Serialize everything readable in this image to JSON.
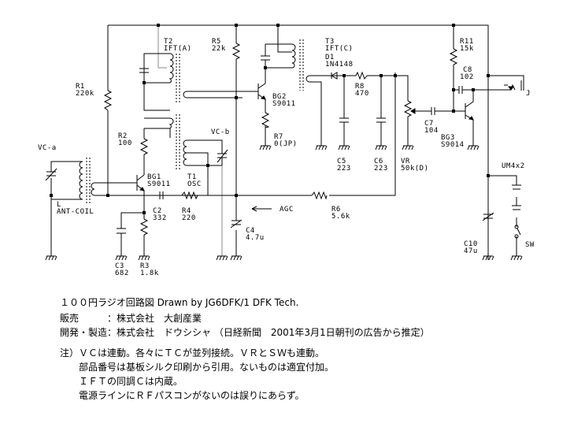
{
  "title": "１００円ラジオ回路図 Drawn by JG6DFK/1 DFK Tech.",
  "credits": [
    "販売　　　：株式会社　大創産業",
    "開発・製造：株式会社　ドウシシャ （日経新聞　2001年3月1日朝刊の広告から推定）"
  ],
  "notes": [
    "注）ＶＣは連動。各々にＴＣが並列接続。ＶＲとＳＷも連動。",
    "　　部品番号は基板シルク印刷から引用。ないものは適宜付加。",
    "　　ＩＦＴの同調Ｃは内蔵。",
    "　　電源ラインにＲＦパスコンがないのは誤りにあらず。"
  ],
  "components": {
    "vca": {
      "ref": "VC-a"
    },
    "ant": {
      "ref": "L",
      "value": "ANT-COIL"
    },
    "r1": {
      "ref": "R1",
      "value": "220k"
    },
    "r2": {
      "ref": "R2",
      "value": "100"
    },
    "bg1": {
      "ref": "BG1",
      "value": "S9011"
    },
    "c2": {
      "ref": "C2",
      "value": "332"
    },
    "c3": {
      "ref": "C3",
      "value": "682"
    },
    "r3": {
      "ref": "R3",
      "value": "1.8k"
    },
    "r4": {
      "ref": "R4",
      "value": "220"
    },
    "t1": {
      "ref": "T1",
      "value": "OSC"
    },
    "vcb": {
      "ref": "VC-b"
    },
    "t2": {
      "ref": "T2",
      "value": "IFT(A)"
    },
    "r5": {
      "ref": "R5",
      "value": "22k"
    },
    "bg2": {
      "ref": "BG2",
      "value": "S9011"
    },
    "r7": {
      "ref": "R7",
      "value": "0(JP)"
    },
    "c4": {
      "ref": "C4",
      "value": "4.7u"
    },
    "agc": {
      "label": "AGC"
    },
    "r6": {
      "ref": "R6",
      "value": "5.6k"
    },
    "t3": {
      "ref": "T3",
      "value": "IFT(C)"
    },
    "d1": {
      "ref": "D1",
      "value": "1N4148"
    },
    "r8": {
      "ref": "R8",
      "value": "470"
    },
    "c5": {
      "ref": "C5",
      "value": "223"
    },
    "c6": {
      "ref": "C6",
      "value": "223"
    },
    "vr": {
      "ref": "VR",
      "value": "50k(D)"
    },
    "c7": {
      "ref": "C7",
      "value": "104"
    },
    "bg3": {
      "ref": "BG3",
      "value": "S9014"
    },
    "r11": {
      "ref": "R11",
      "value": "15k"
    },
    "c8": {
      "ref": "C8",
      "value": "102"
    },
    "jack": {
      "ref": "J"
    },
    "bat": {
      "label": "UM4x2"
    },
    "c10": {
      "ref": "C10",
      "value": "47u"
    },
    "sw": {
      "ref": "SW"
    }
  }
}
